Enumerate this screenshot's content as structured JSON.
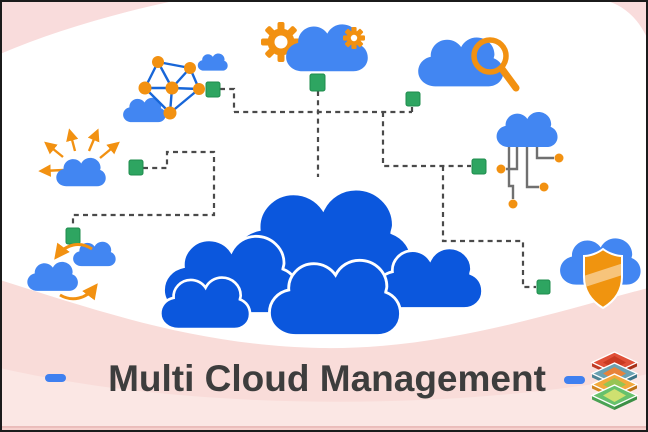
{
  "page": {
    "type": "illustration-banner",
    "description": "Multi cloud management concept illustration"
  },
  "title": {
    "text": "Multi Cloud Management"
  },
  "illustration": {
    "central": "large dark blue cloud cluster of five overlapping clouds",
    "icons": [
      "scale-out-cloud-icon (cloud with five radiating orange arrows)",
      "network-cloud-icon (orange node graph with blue edges and two clouds)",
      "gear-cloud-icon (cloud with large and small orange gears)",
      "search-cloud-icon (cloud with orange magnifying glass)",
      "circuit-cloud-icon (cloud with circuit traces and orange dots)",
      "sync-cloud-icon (two clouds with curved exchange arrows)",
      "security-cloud-icon (cloud with orange shield)",
      "layer-stack-icon (four isometric colored layers)"
    ],
    "connectors": "green squares joined by dark dashed lines to the central cluster"
  },
  "colors": {
    "cloud_light": "#4286f2",
    "cloud_dark": "#0b57dd",
    "accent_orange": "#f29111",
    "edge_blue": "#1766d8",
    "connector_green": "#2ea561",
    "dashed_line": "#4a4a4a",
    "circuit_gray": "#707070",
    "pink_base": "#f9dcd9",
    "pink_light": "#fbe7e4",
    "pink_deep": "#f6d0cd",
    "pink_corner": "#f9dcdc",
    "title_text": "#3d3d3d",
    "title_dash_blue": "#3f80f0",
    "frame": "#1b1b1b"
  }
}
